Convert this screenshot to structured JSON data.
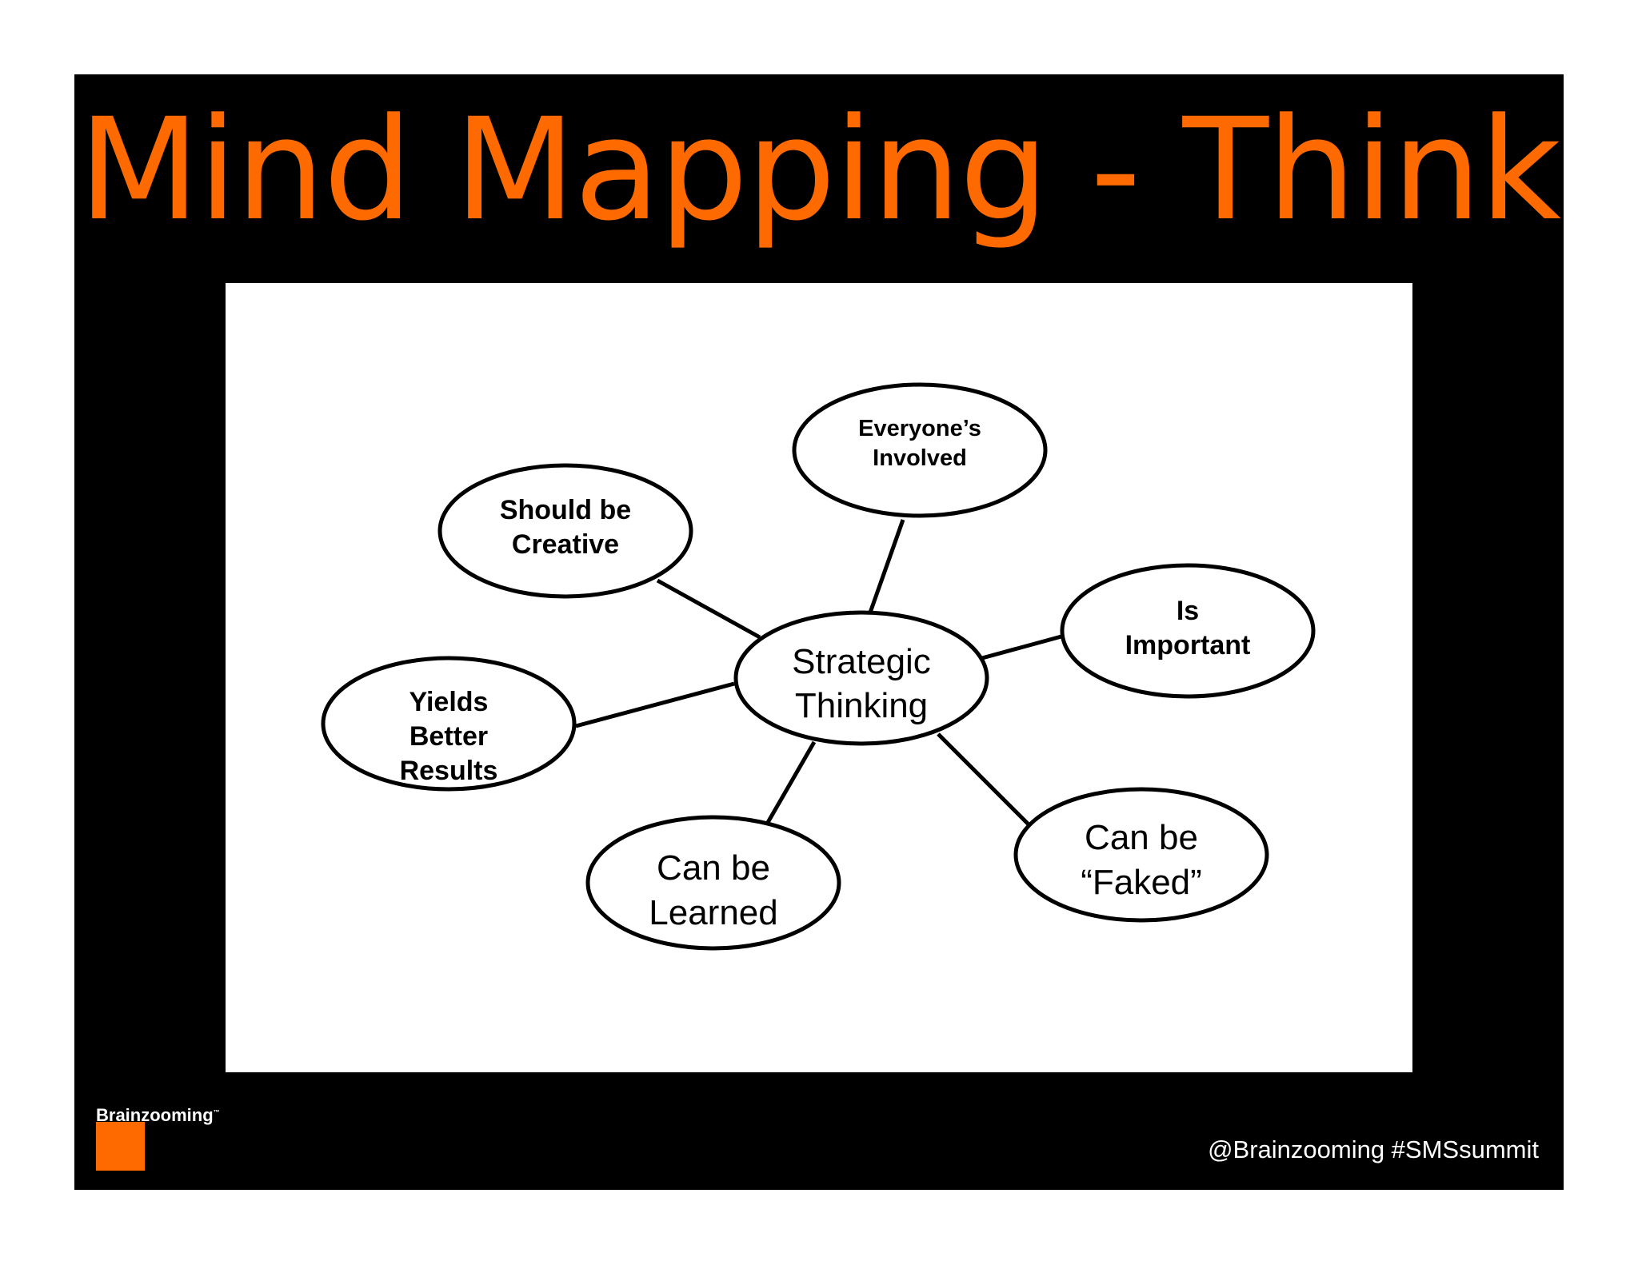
{
  "title": "Mind Mapping - Think",
  "colors": {
    "accent": "#ff6a00",
    "background": "#000000",
    "panel": "#ffffff",
    "node_stroke": "#000000"
  },
  "diagram": {
    "center": {
      "id": "center",
      "lines": [
        "Strategic",
        "Thinking"
      ]
    },
    "branches": [
      {
        "id": "everyone",
        "lines": [
          "Everyone’s",
          "Involved"
        ]
      },
      {
        "id": "creative",
        "lines": [
          "Should be",
          "Creative"
        ]
      },
      {
        "id": "important",
        "lines": [
          "Is",
          "Important"
        ]
      },
      {
        "id": "results",
        "lines": [
          "Yields",
          "Better",
          "Results"
        ]
      },
      {
        "id": "learned",
        "lines": [
          "Can be",
          "Learned"
        ]
      },
      {
        "id": "faked",
        "lines": [
          "Can be",
          "“Faked”"
        ]
      }
    ]
  },
  "footer": {
    "brand": "Brainzooming",
    "brand_mark": "™",
    "hashtag": "@Brainzooming #SMSsummit"
  }
}
